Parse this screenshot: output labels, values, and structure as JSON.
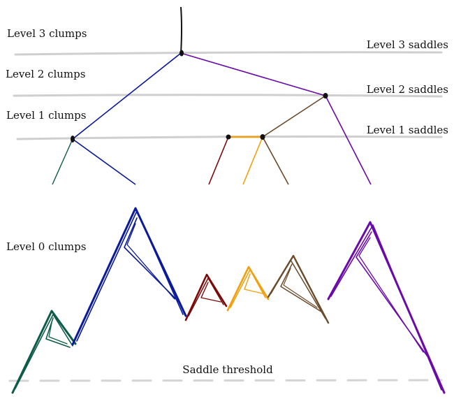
{
  "labels": {
    "level3_clumps": "Level 3 clumps",
    "level2_clumps": "Level 2 clumps",
    "level1_clumps": "Level 1 clumps",
    "level0_clumps": "Level 0 clumps",
    "level3_saddles": "Level 3 saddles",
    "level2_saddles": "Level 2 saddles",
    "level1_saddles": "Level 1 saddles",
    "saddle_threshold": "Saddle threshold"
  },
  "colors": {
    "guide": "#cfcfcf",
    "node": "#111111",
    "black": "#111111",
    "green": "#0d5c4a",
    "blue": "#0a1a9a",
    "red": "#7a0a0a",
    "orange": "#f0a010",
    "brown": "#6b4a2a",
    "purple": "#6a0aa8"
  }
}
